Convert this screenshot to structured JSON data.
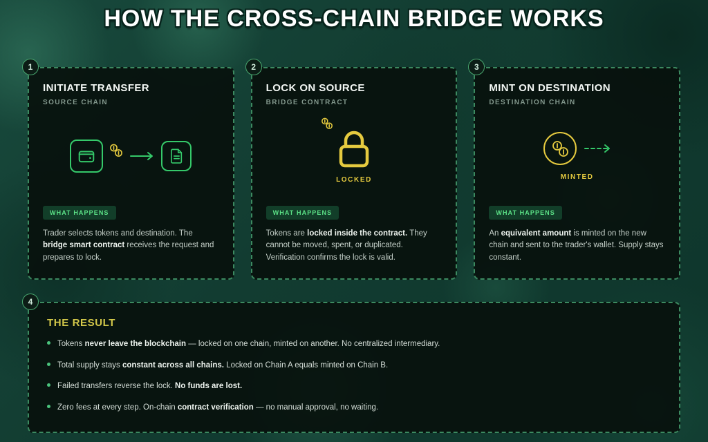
{
  "page": {
    "title": "HOW THE CROSS-CHAIN BRIDGE WORKS"
  },
  "colors": {
    "accent_green": "#35c96a",
    "accent_yellow": "#e5ca3f",
    "border_dashed": "#3c8a60",
    "card_bg": "#08110d"
  },
  "steps": [
    {
      "number": "1",
      "title": "INITIATE TRANSFER",
      "subtitle": "SOURCE CHAIN",
      "badge": "WHAT HAPPENS",
      "desc": [
        {
          "text": "Trader selects tokens and destination. The "
        },
        {
          "text": "bridge smart contract",
          "bold": true
        },
        {
          "text": " receives the request and prepares to lock."
        }
      ]
    },
    {
      "number": "2",
      "title": "LOCK ON SOURCE",
      "subtitle": "BRIDGE CONTRACT",
      "badge": "WHAT HAPPENS",
      "icon_caption": "LOCKED",
      "desc": [
        {
          "text": "Tokens are "
        },
        {
          "text": "locked inside the contract.",
          "bold": true
        },
        {
          "text": " They cannot be moved, spent, or duplicated. Verification confirms the lock is valid."
        }
      ]
    },
    {
      "number": "3",
      "title": "MINT ON DESTINATION",
      "subtitle": "DESTINATION CHAIN",
      "badge": "WHAT HAPPENS",
      "icon_caption": "MINTED",
      "desc": [
        {
          "text": "An "
        },
        {
          "text": "equivalent amount",
          "bold": true
        },
        {
          "text": " is minted on the new chain and sent to the trader's wallet. Supply stays constant."
        }
      ]
    }
  ],
  "result": {
    "number": "4",
    "title": "THE RESULT",
    "bullets": [
      [
        {
          "text": "Tokens "
        },
        {
          "text": "never leave the blockchain",
          "bold": true
        },
        {
          "text": " — locked on one chain, minted on another. No centralized intermediary."
        }
      ],
      [
        {
          "text": "Total supply stays "
        },
        {
          "text": "constant across all chains.",
          "bold": true
        },
        {
          "text": " Locked on Chain A equals minted on Chain B."
        }
      ],
      [
        {
          "text": "Failed transfers reverse the lock. "
        },
        {
          "text": "No funds are lost.",
          "bold": true
        }
      ],
      [
        {
          "text": "Zero fees at every step. On-chain "
        },
        {
          "text": "contract verification",
          "bold": true
        },
        {
          "text": " — no manual approval, no waiting."
        }
      ]
    ]
  }
}
